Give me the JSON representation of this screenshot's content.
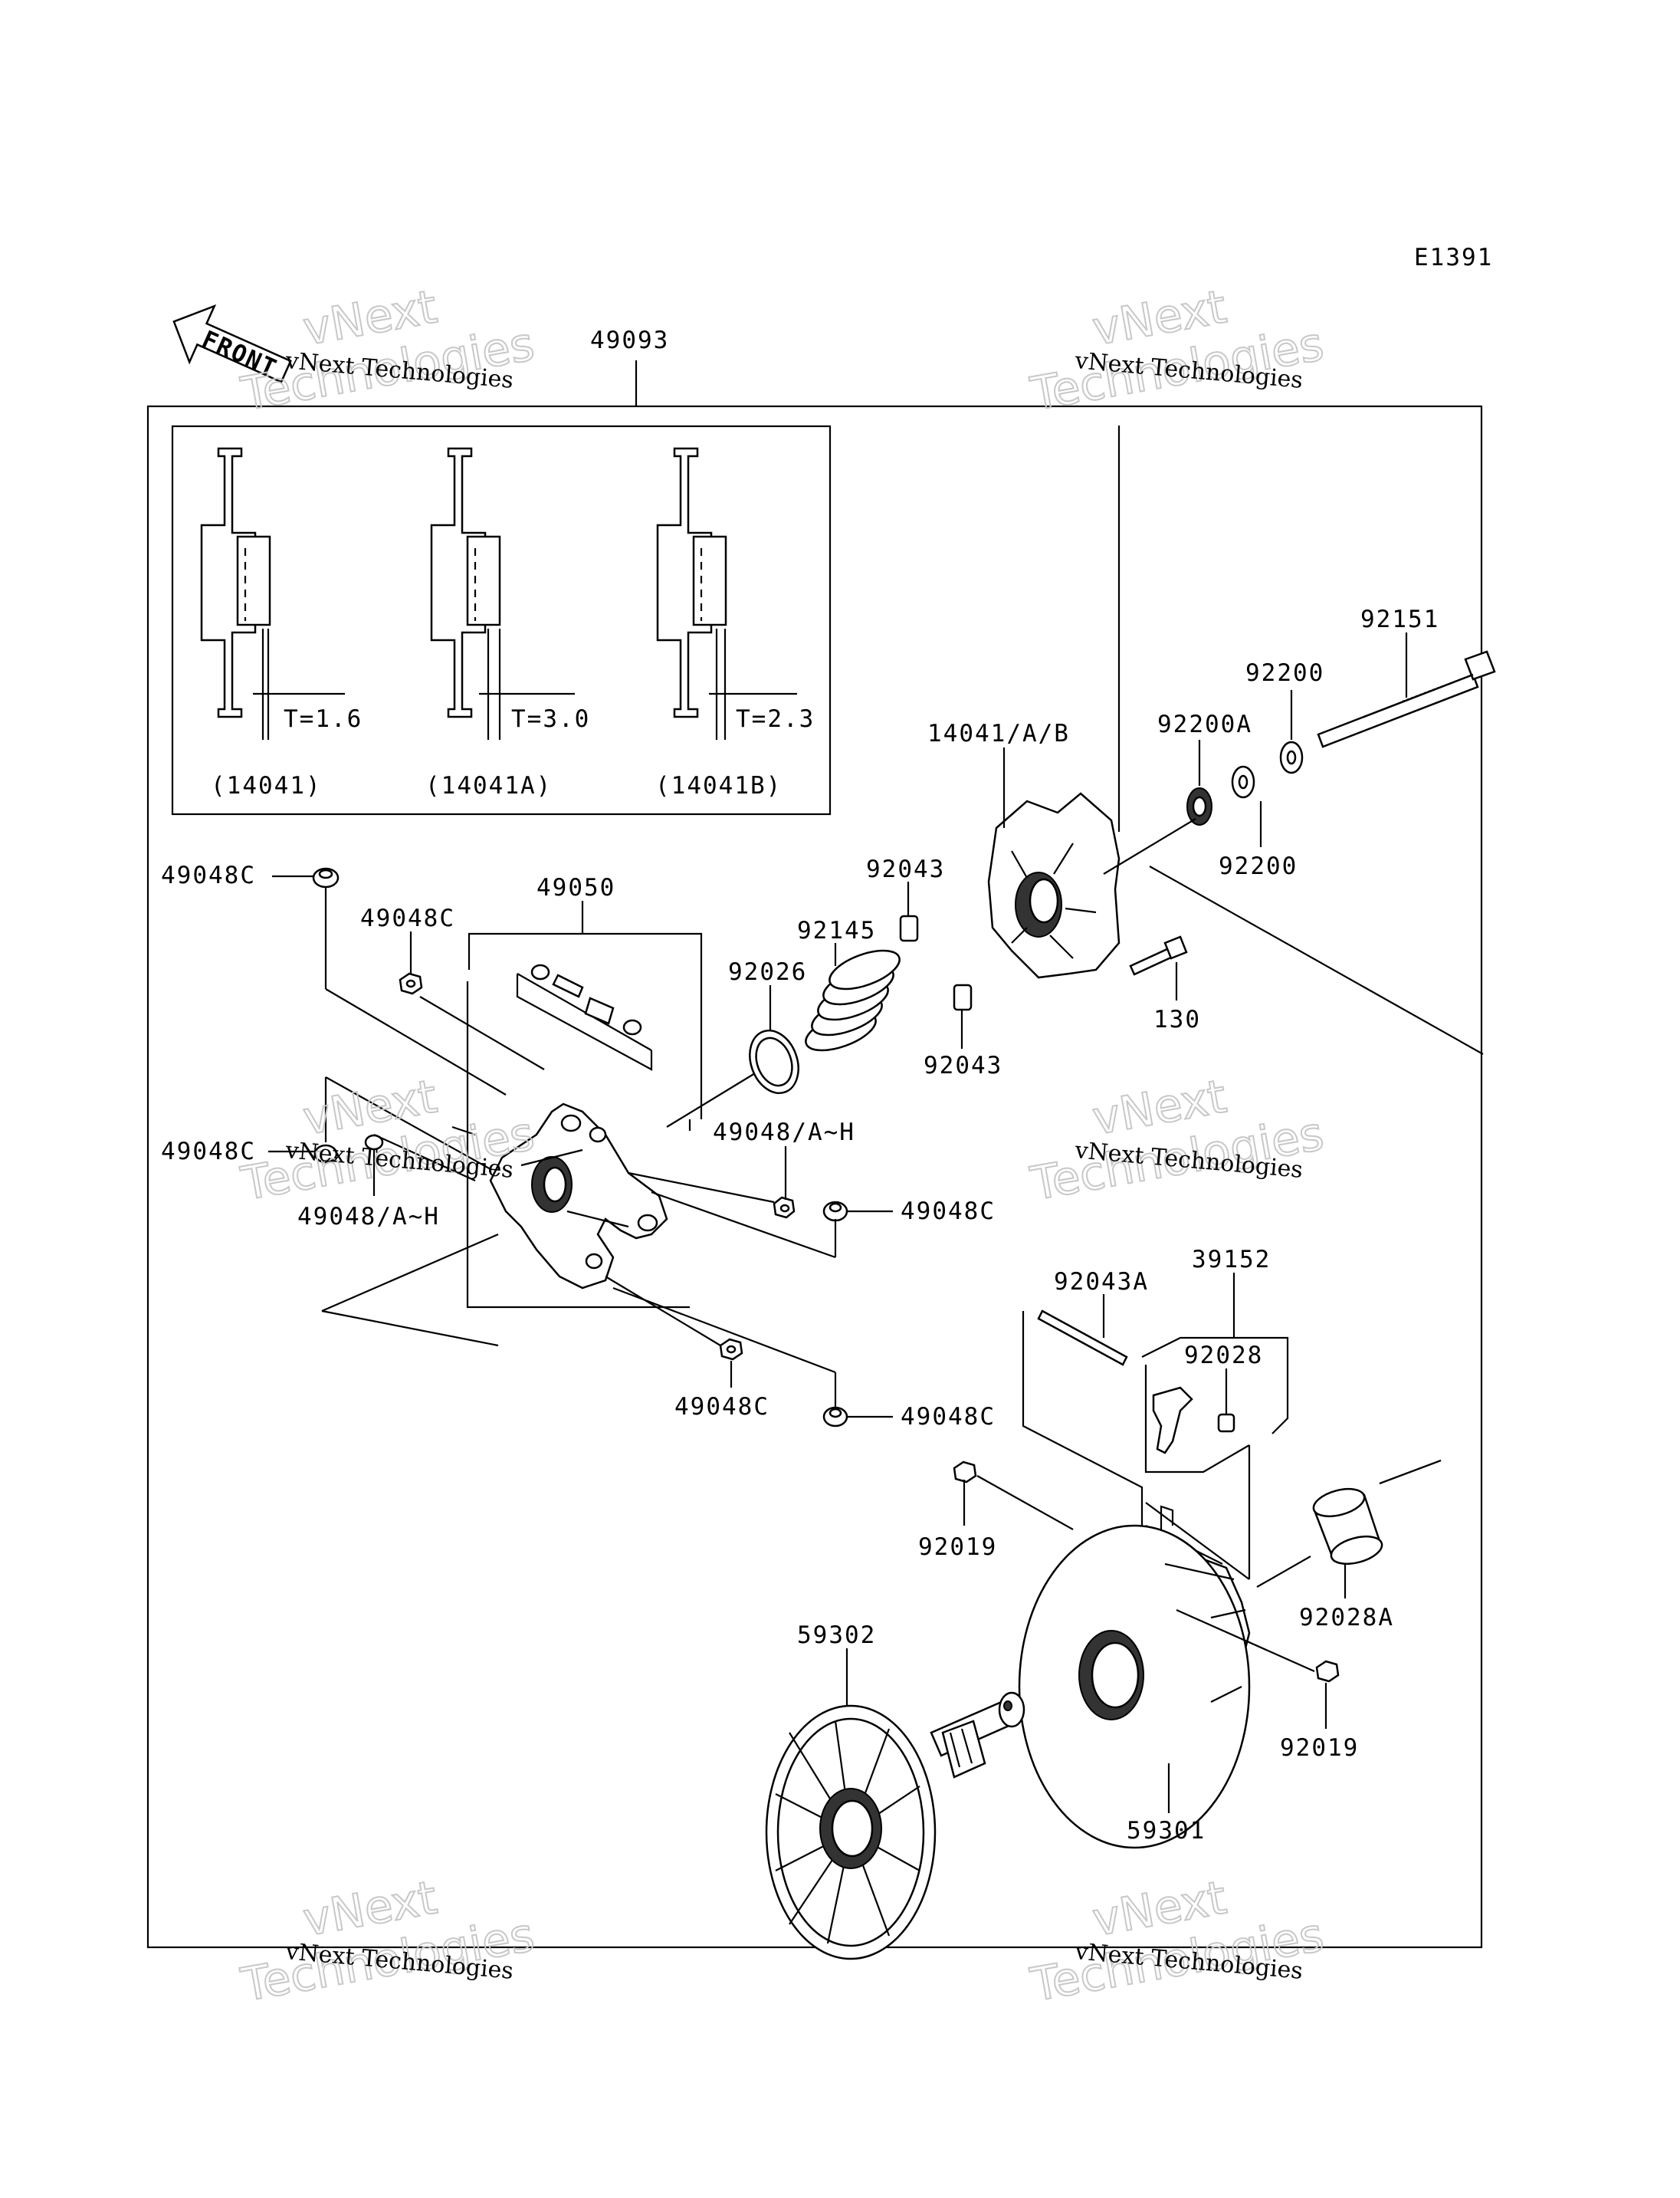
{
  "diagram_code": "E1391",
  "front_label": "FRONT",
  "assembly_label": "49093",
  "watermark": {
    "line1": "vNext Technologies",
    "big1": "vNext",
    "big2": "Technologies"
  },
  "inset": {
    "variants": [
      {
        "thickness": "T=1.6",
        "part": "(14041)"
      },
      {
        "thickness": "T=3.0",
        "part": "(14041A)"
      },
      {
        "thickness": "T=2.3",
        "part": "(14041B)"
      }
    ]
  },
  "labels": {
    "p92151": "92151",
    "p92200_top": "92200",
    "p92200A": "92200A",
    "p92200_bot": "92200",
    "p14041AB": "14041/A/B",
    "p92043_top": "92043",
    "p92043_bot": "92043",
    "p92145": "92145",
    "p92026": "92026",
    "p130": "130",
    "p49048C_1": "49048C",
    "p49048C_2": "49048C",
    "p49050": "49050",
    "p49048C_3": "49048C",
    "p49048AH_1": "49048/A~H",
    "p49048C_4": "49048C",
    "p49048AH_2": "49048/A~H",
    "p49048C_5": "49048C",
    "p49048C_6": "49048C",
    "p92043A": "92043A",
    "p39152": "39152",
    "p92028": "92028",
    "p92019_1": "92019",
    "p92028A": "92028A",
    "p59302": "59302",
    "p92019_2": "92019",
    "p59301": "59301"
  }
}
